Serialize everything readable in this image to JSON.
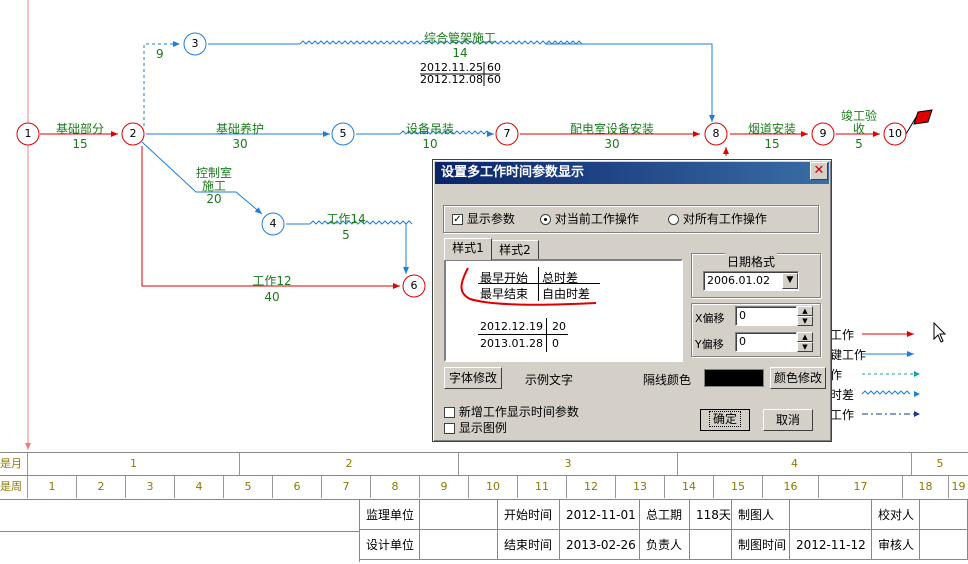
{
  "network": {
    "nodes": [
      "1",
      "2",
      "3",
      "4",
      "5",
      "6",
      "7",
      "8",
      "9",
      "10"
    ],
    "activities": {
      "a12": {
        "name": "基础部分",
        "duration": "15"
      },
      "a23": {
        "duration": "9"
      },
      "a38": {
        "name": "综合管架施工",
        "duration": "14",
        "es": "2012.11.25",
        "ef": "2012.12.08",
        "tf": "60",
        "ff": "60"
      },
      "a25": {
        "name": "基础养护",
        "duration": "30"
      },
      "a57": {
        "name": "设备吊装",
        "duration": "10"
      },
      "a78": {
        "name": "配电室设备安装",
        "duration": "30"
      },
      "a89": {
        "name": "烟道安装",
        "duration": "15"
      },
      "a910": {
        "name_line1": "竣工验",
        "name_line2": "收",
        "duration": "5"
      },
      "a24": {
        "name_line1": "控制室",
        "name_line2": "施工",
        "duration": "20"
      },
      "a46": {
        "name": "工作14",
        "duration": "5"
      },
      "a26": {
        "name": "工作12",
        "duration": "40"
      }
    },
    "colors": {
      "critical": "#e00000",
      "normal": "#1e7fd8",
      "label": "#1a7a1a",
      "milestone": "#e00000"
    }
  },
  "legend": {
    "items": [
      "工作",
      "键工作",
      "作",
      "时差",
      "工作"
    ]
  },
  "timescale": {
    "month_label": "是月",
    "week_label": "是周",
    "months": [
      "1",
      "2",
      "3",
      "4",
      "5"
    ],
    "weeks": [
      "1",
      "2",
      "3",
      "4",
      "5",
      "6",
      "7",
      "8",
      "9",
      "10",
      "11",
      "12",
      "13",
      "14",
      "15",
      "16",
      "17",
      "18",
      "19"
    ]
  },
  "info_table": {
    "row1": [
      "监理单位",
      "",
      "开始时间",
      "2012-11-01",
      "总工期",
      "118天",
      "制图人",
      "",
      "校对人",
      ""
    ],
    "row2": [
      "设计单位",
      "",
      "结束时间",
      "2013-02-26",
      "负责人",
      "",
      "制图时间",
      "2012-11-12",
      "审核人",
      ""
    ]
  },
  "dialog": {
    "title": "设置多工作时间参数显示",
    "show_params": "显示参数",
    "radio_current": "对当前工作操作",
    "radio_all": "对所有工作操作",
    "tabs": [
      "样式1",
      "样式2"
    ],
    "preview": {
      "earliest_start": "最早开始",
      "total_float": "总时差",
      "earliest_finish": "最早结束",
      "free_float": "自由时差",
      "date1": "2012.12.19",
      "val1": "20",
      "date2": "2013.01.28",
      "val2": "0"
    },
    "date_format_label": "日期格式",
    "date_format_value": "2006.01.02",
    "x_offset_label": "X偏移",
    "x_offset_value": "0",
    "y_offset_label": "Y偏移",
    "y_offset_value": "0",
    "font_button": "字体修改",
    "sample_text": "示例文字",
    "sep_color_label": "隔线颜色",
    "color_button": "颜色修改",
    "sep_color": "#000000",
    "new_work_check": "新增工作显示时间参数",
    "show_legend_check": "显示图例",
    "ok": "确定",
    "cancel": "取消"
  }
}
